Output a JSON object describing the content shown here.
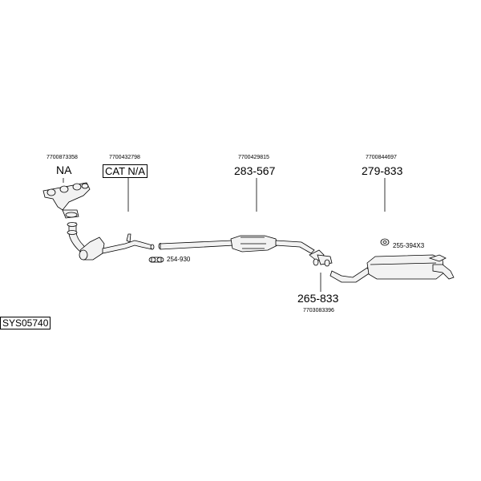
{
  "diagram": {
    "system_code": "SYS05740",
    "parts": {
      "manifold": {
        "ref": "7700873358",
        "label": "NA"
      },
      "catalyst": {
        "ref": "7700432798",
        "label": "CAT N/A"
      },
      "gasket": {
        "label": "254-930"
      },
      "front_pipe": {
        "ref": "7700429815",
        "label": "283-567"
      },
      "middle_pipe": {
        "ref": "7703083396",
        "label": "265-833"
      },
      "rear_silencer": {
        "ref": "7700844697",
        "label": "279-833"
      },
      "rubber_mounting": {
        "label": "255-394X3"
      }
    }
  }
}
